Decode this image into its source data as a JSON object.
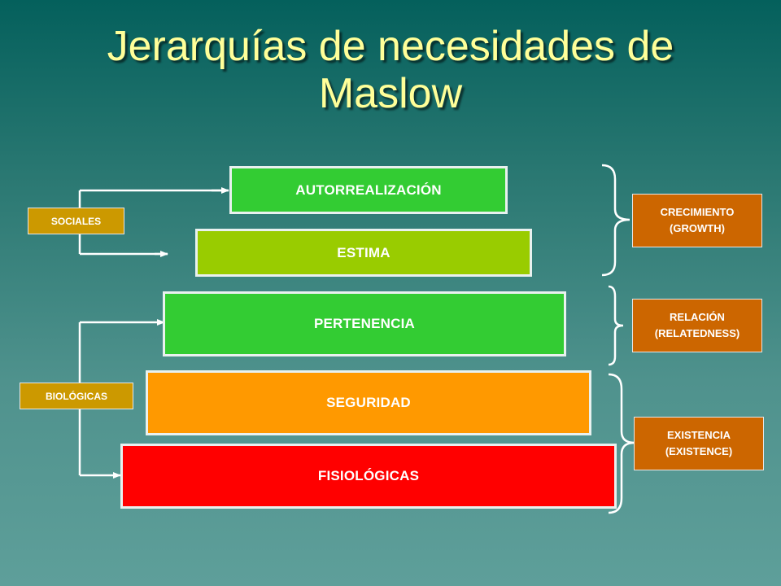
{
  "title": {
    "line1": "Jerarquías de necesidades de",
    "line2": "Maslow"
  },
  "levels": [
    {
      "label": "AUTORREALIZACIÓN",
      "color": "#33cc33"
    },
    {
      "label": "ESTIMA",
      "color": "#99cc00"
    },
    {
      "label": "PERTENENCIA",
      "color": "#33cc33"
    },
    {
      "label": "SEGURIDAD",
      "color": "#ff9900"
    },
    {
      "label": "FISIOLÓGICAS",
      "color": "#ff0000"
    }
  ],
  "left_tags": [
    {
      "label": "SOCIALES",
      "color": "#cc9900"
    },
    {
      "label": "BIOLÓGICAS",
      "color": "#cc9900"
    }
  ],
  "groups": [
    {
      "label": "CRECIMIENTO\n(GROWTH)",
      "color": "#cc6600"
    },
    {
      "label": "RELACIÓN\n(RELATEDNESS)",
      "color": "#cc6600"
    },
    {
      "label": "EXISTENCIA\n(EXISTENCE)",
      "color": "#cc6600"
    }
  ]
}
